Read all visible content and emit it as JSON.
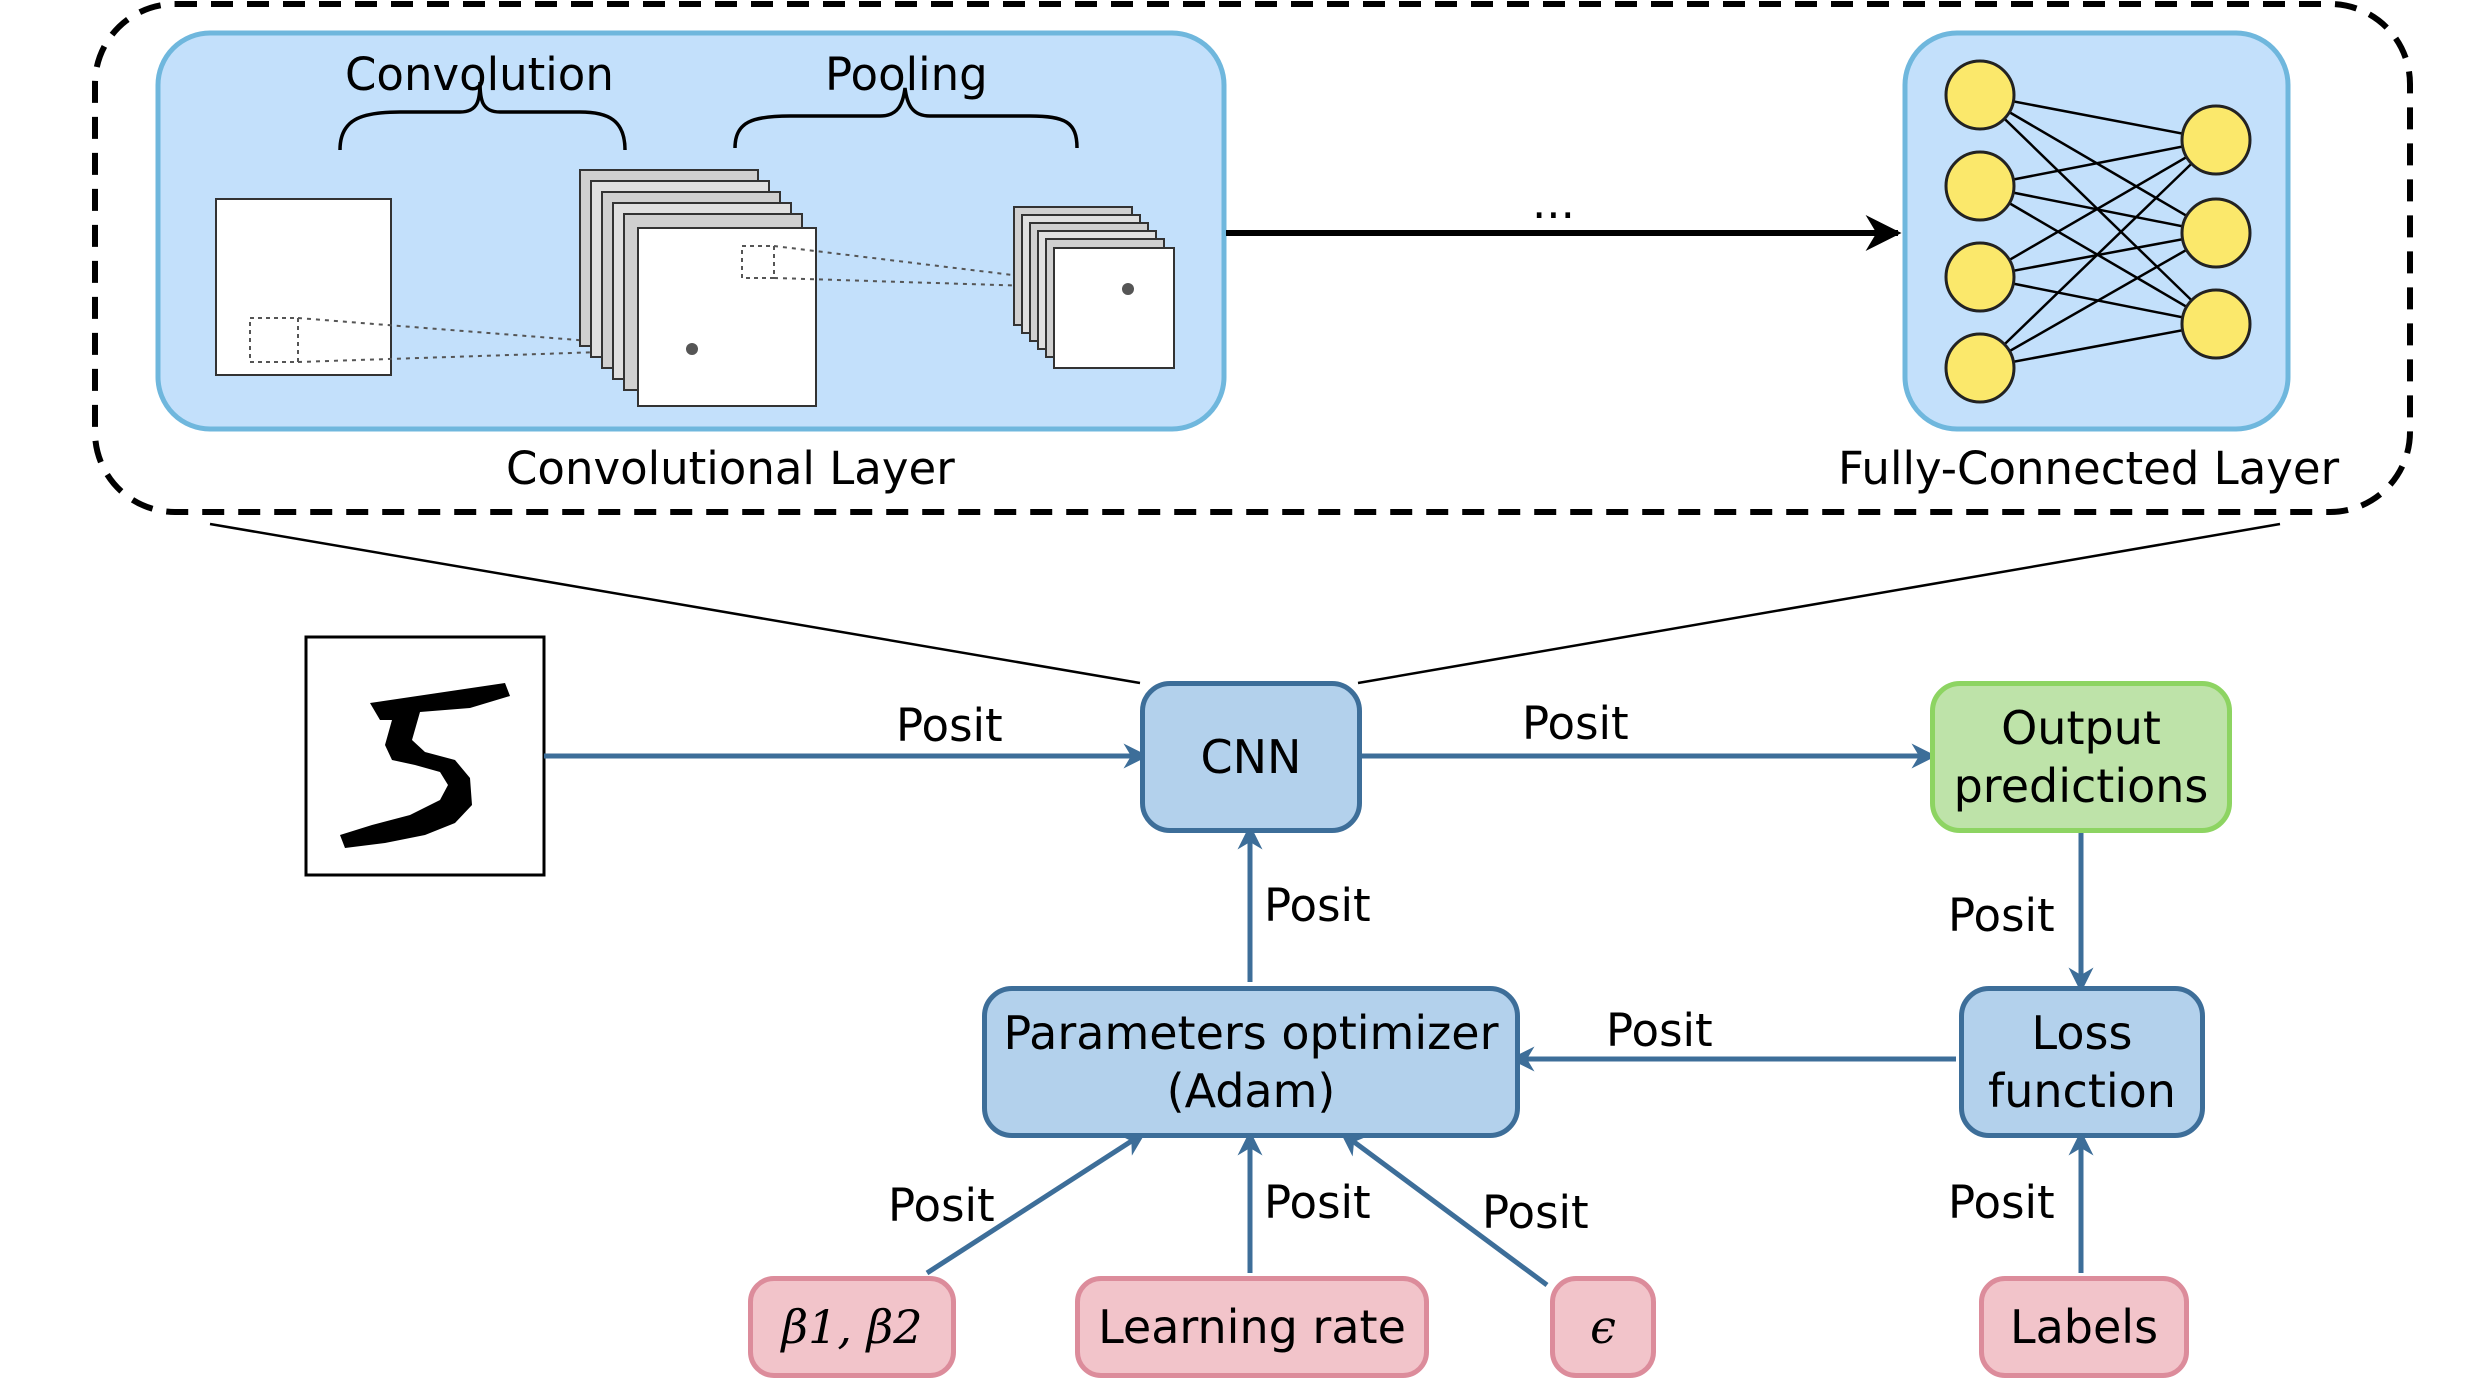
{
  "top_panel": {
    "convolution_label": "Convolution",
    "pooling_label": "Pooling",
    "convolutional_layer_label": "Convolutional Layer",
    "fully_connected_label": "Fully-Connected Layer",
    "ellipsis": "..."
  },
  "nodes": {
    "cnn": "CNN",
    "output_predictions": "Output\npredictions",
    "loss_function": "Loss\nfunction",
    "optimizer": "Parameters optimizer\n(Adam)",
    "betas": "β1, β2",
    "learning_rate": "Learning rate",
    "epsilon": "ϵ",
    "labels": "Labels"
  },
  "edge_labels": {
    "input_to_cnn": "Posit",
    "cnn_to_output": "Posit",
    "optimizer_to_cnn": "Posit",
    "output_to_loss": "Posit",
    "loss_to_optimizer": "Posit",
    "betas_to_optimizer": "Posit",
    "lr_to_optimizer": "Posit",
    "eps_to_optimizer": "Posit",
    "labels_to_loss": "Posit"
  },
  "colors": {
    "panel_fill": "#c3e0fb",
    "panel_border": "#6fb7dd",
    "node_blue": "#b3d1ec",
    "node_blue_border": "#3d6e99",
    "node_green": "#bee3a9",
    "node_green_border": "#8dd462",
    "node_pink": "#f2c4ca",
    "node_pink_border": "#dc8c9b",
    "neuron": "#fbe86b",
    "edge": "#3d6e99"
  }
}
